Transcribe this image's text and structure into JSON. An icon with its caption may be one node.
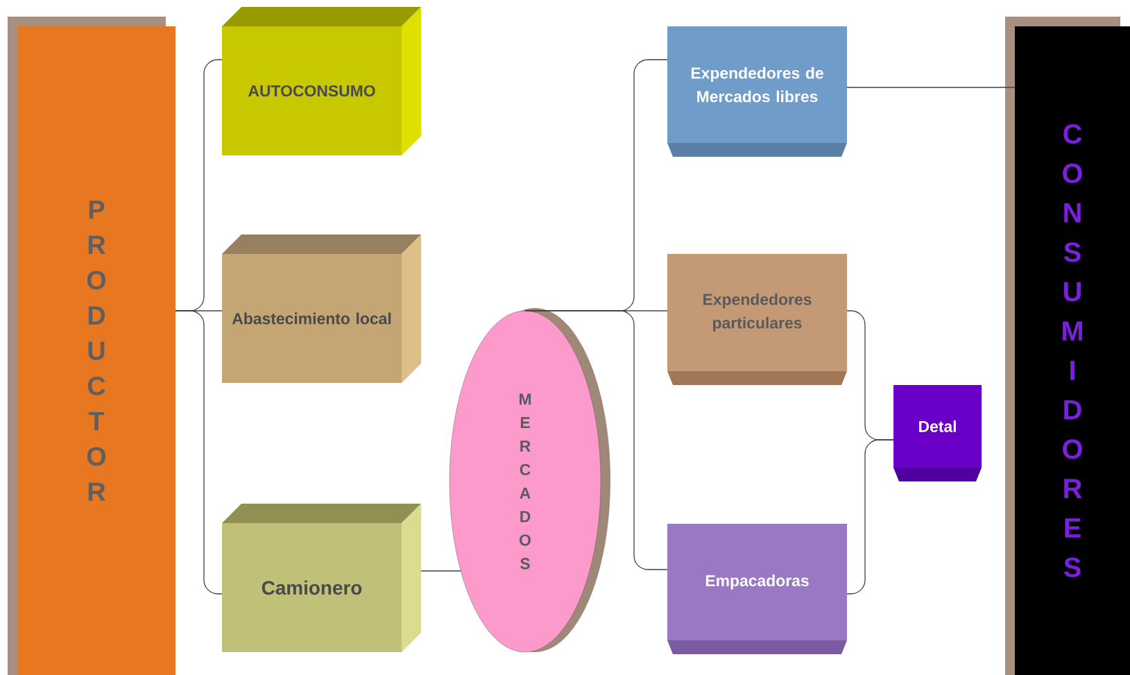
{
  "diagram": {
    "nodes": [
      {
        "text": [
          "PRODUCTOR"
        ]
      },
      {
        "text": [
          "AUTOCONSUMO"
        ]
      },
      {
        "text": [
          "Abastecimiento local"
        ]
      },
      {
        "text": [
          "Camionero"
        ]
      },
      {
        "text": [
          "MERCADOS"
        ]
      },
      {
        "text": [
          "Expendedores de Mercados libres"
        ]
      },
      {
        "text": [
          "Expendedores particulares"
        ]
      },
      {
        "text": [
          "Empacadoras"
        ]
      },
      {
        "text": [
          "Detal"
        ]
      },
      {
        "text": [
          "CONSUMIDORES"
        ]
      }
    ],
    "edges": [
      {
        "from": 0,
        "to": 1,
        "arrow": "none"
      },
      {
        "from": 0,
        "to": 2,
        "arrow": "none"
      },
      {
        "from": 0,
        "to": 3,
        "arrow": "none"
      },
      {
        "from": 3,
        "to": 4,
        "arrow": "none"
      },
      {
        "from": 4,
        "to": 5,
        "arrow": "none"
      },
      {
        "from": 4,
        "to": 6,
        "arrow": "none"
      },
      {
        "from": 4,
        "to": 7,
        "arrow": "none"
      },
      {
        "from": 5,
        "to": 9,
        "arrow": "none"
      },
      {
        "from": 6,
        "to": 8,
        "arrow": "none"
      },
      {
        "from": 7,
        "to": 8,
        "arrow": "none"
      }
    ]
  }
}
